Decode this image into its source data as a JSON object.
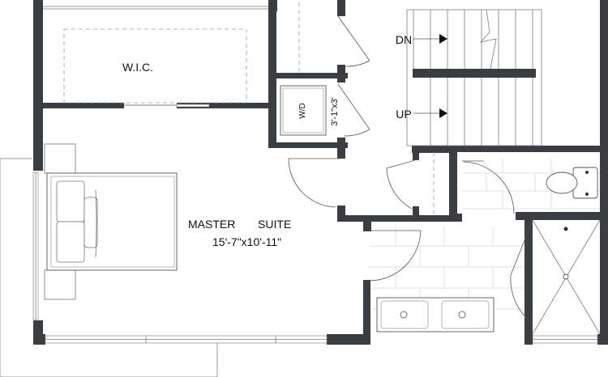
{
  "rooms": {
    "wic": {
      "label": "W.I.C."
    },
    "master": {
      "label": "MASTER",
      "label2": "SUITE",
      "dimensions": "15'-7\"x10'-11\""
    },
    "laundry": {
      "label": "W/D",
      "dimensions": "3'-1\"x3'"
    }
  },
  "stairs": {
    "down_label": "DN",
    "up_label": "UP"
  }
}
